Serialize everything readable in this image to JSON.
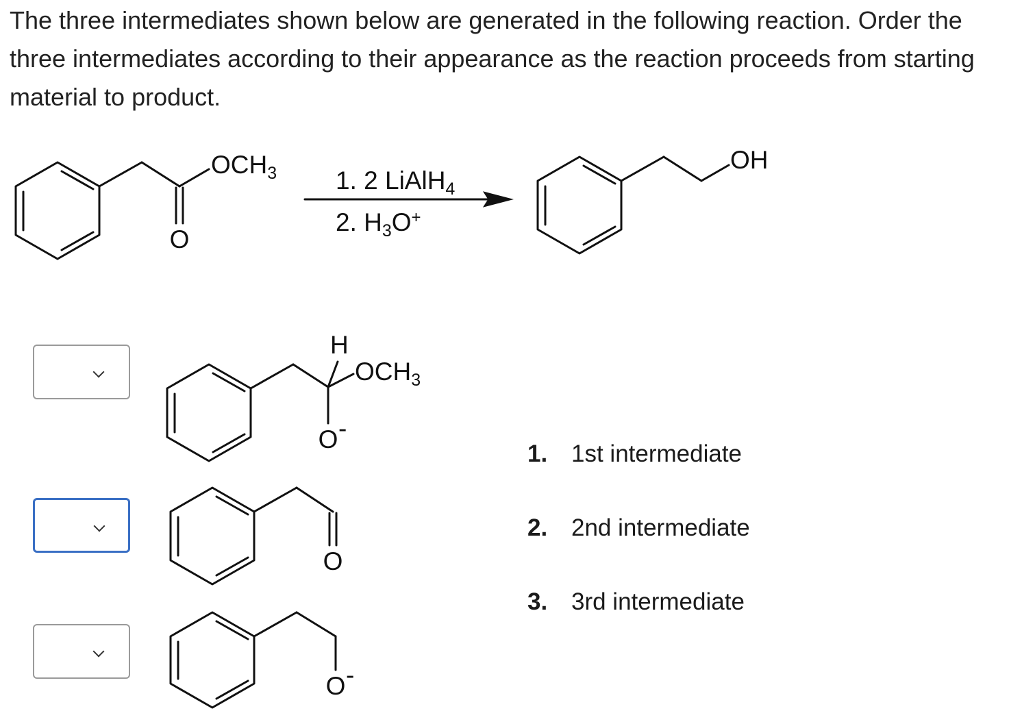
{
  "question": {
    "text": "The three intermediates shown below are generated in the following reaction.  Order the three intermediates according to their appearance as the reaction proceeds from starting material to product."
  },
  "reaction": {
    "starting_material_group": "OCH",
    "starting_material_group_sub": "3",
    "starting_material_carbonyl_o": "O",
    "reagent1_prefix": "1. 2 LiAlH",
    "reagent1_sub": "4",
    "reagent2_prefix": "2. H",
    "reagent2_sub": "3",
    "reagent2_suffix": "O",
    "reagent2_sup": "+",
    "product_group": "OH"
  },
  "intermediates": [
    {
      "h_label": "H",
      "group": "OCH",
      "group_sub": "3",
      "oxygen": "O",
      "charge": "-",
      "selected": ""
    },
    {
      "oxygen": "O",
      "selected": ""
    },
    {
      "oxygen": "O",
      "charge": "-",
      "selected": ""
    }
  ],
  "answer_key": [
    {
      "number": "1.",
      "label": "1st intermediate"
    },
    {
      "number": "2.",
      "label": "2nd intermediate"
    },
    {
      "number": "3.",
      "label": "3rd intermediate"
    }
  ]
}
